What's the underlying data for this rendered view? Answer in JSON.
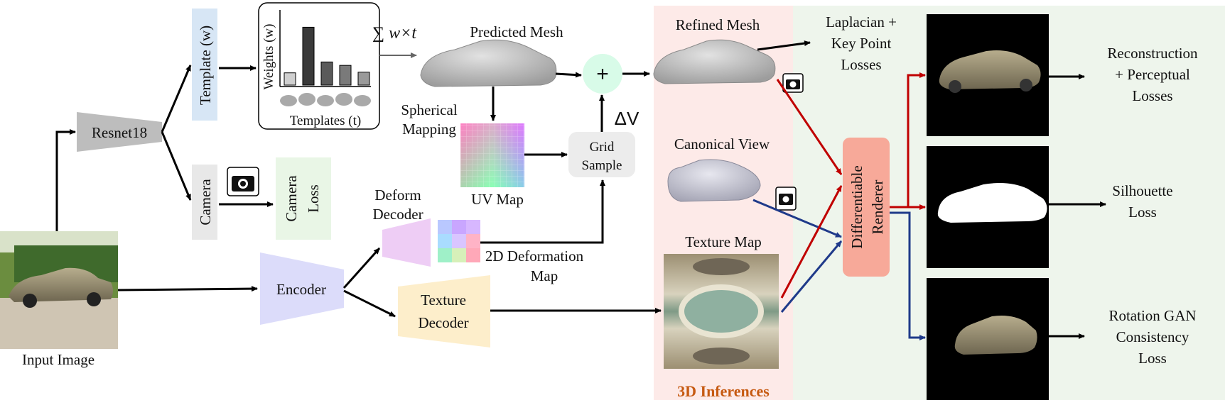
{
  "input": {
    "label": "Input Image"
  },
  "backbone": {
    "label": "Resnet18"
  },
  "template_branch": {
    "box_label": "Template (w)",
    "plot_ylabel": "Weights (w)",
    "plot_xlabel": "Templates (t)",
    "weights": [
      0.18,
      0.85,
      0.34,
      0.29,
      0.19
    ],
    "sum_label": "∑ w×t"
  },
  "camera_branch": {
    "box_label": "Camera",
    "loss_line1": "Camera",
    "loss_line2": "Loss"
  },
  "encoder": {
    "label": "Encoder"
  },
  "deform_decoder": {
    "line1": "Deform",
    "line2": "Decoder"
  },
  "deform_map": {
    "line1": "2D Deformation",
    "line2": "Map"
  },
  "texture_decoder": {
    "line1": "Texture",
    "line2": "Decoder"
  },
  "predicted_mesh": {
    "label": "Predicted Mesh"
  },
  "spherical": {
    "line1": "Spherical",
    "line2": "Mapping"
  },
  "uv_map": {
    "label": "UV Map"
  },
  "grid_sample": {
    "line1": "Grid",
    "line2": "Sample"
  },
  "plus": {
    "symbol": "+"
  },
  "delta_v": {
    "label": "ΔV"
  },
  "refined_mesh": {
    "label": "Refined Mesh"
  },
  "laplacian": {
    "line1": "Laplacian +",
    "line2": "Key Point",
    "line3": "Losses"
  },
  "canonical": {
    "label": "Canonical View"
  },
  "texture_map": {
    "label": "Texture Map"
  },
  "inference_panel": {
    "label": "3D Inferences"
  },
  "renderer": {
    "line1": "Differentiable",
    "line2": "Renderer"
  },
  "outputs": [
    {
      "line1": "Reconstruction",
      "line2": "+ Perceptual",
      "line3": "Losses"
    },
    {
      "line1": "Silhouette",
      "line2": "Loss"
    },
    {
      "line1": "Rotation GAN",
      "line2": "Consistency",
      "line3": "Loss"
    }
  ],
  "colors": {
    "inference_bg": "#fdeae8",
    "render_bg": "#eef5ec",
    "renderer_box": "#f7a999",
    "red_arrow": "#c00000",
    "blue_arrow": "#1f3a8a",
    "encoder_box": "#dcdcfa",
    "deform_box": "#eecdf5",
    "texture_box": "#fdeecb",
    "template_box": "#d7e6f5",
    "plus_circle": "#d8fbe8",
    "grid_box": "#ececec",
    "camera_loss_box": "#e9f6e6"
  }
}
